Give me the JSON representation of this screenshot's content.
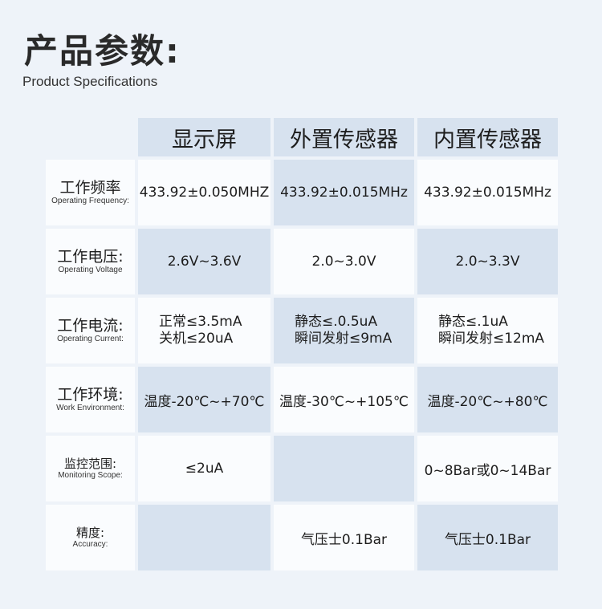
{
  "title": "产品参数:",
  "subtitle": "Product Specifications",
  "columns": [
    "显示屏",
    "外置传感器",
    "内置传感器"
  ],
  "rows": [
    {
      "label_cn": "工作频率",
      "label_en": "Operating Frequency:",
      "values": [
        "433.92±0.050MHZ",
        "433.92±0.015MHz",
        "433.92±0.015MHz"
      ]
    },
    {
      "label_cn": "工作电压:",
      "label_en": "Operating Voltage",
      "values": [
        "2.6V~3.6V",
        "2.0~3.0V",
        "2.0~3.3V"
      ]
    },
    {
      "label_cn": "工作电流:",
      "label_en": "Operating Current:",
      "values": [
        [
          "正常≤3.5mA",
          "关机≤20uA"
        ],
        [
          "静态≤.0.5uA",
          "瞬间发射≤9mA"
        ],
        [
          "静态≤.1uA",
          "瞬间发射≤12mA"
        ]
      ]
    },
    {
      "label_cn": "工作环境:",
      "label_en": "Work Environment:",
      "values": [
        "温度-20℃~+70℃",
        "温度-30℃~+105℃",
        "温度-20℃~+80℃"
      ]
    },
    {
      "label_cn": "监控范围:",
      "label_en": "Monitoring Scope:",
      "values": [
        "≤2uA",
        "",
        "0~8Bar或0~14Bar"
      ]
    },
    {
      "label_cn": "精度:",
      "label_en": "Accuracy:",
      "values": [
        "",
        "气压士0.1Bar",
        "气压士0.1Bar"
      ]
    }
  ]
}
